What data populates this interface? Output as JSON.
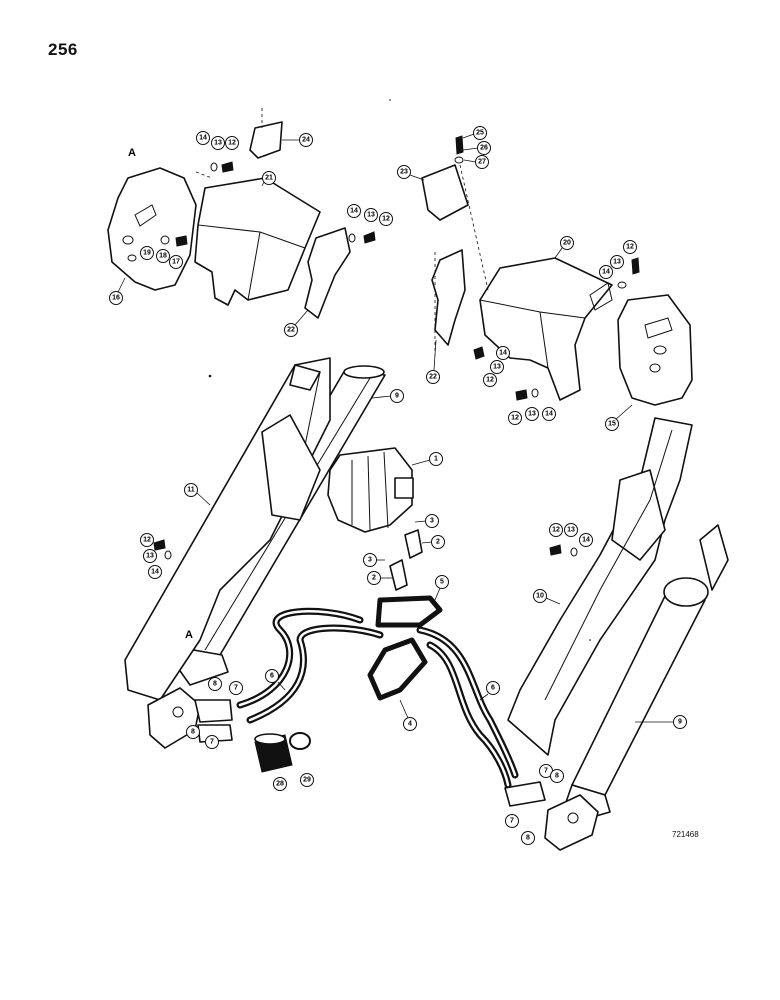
{
  "page": {
    "number": "256",
    "drawing_id": "721468"
  },
  "ref_letters": [
    "A",
    "A"
  ],
  "callouts": [
    "1",
    "2",
    "3",
    "4",
    "5",
    "6",
    "7",
    "8",
    "9",
    "10",
    "11",
    "12",
    "13",
    "14",
    "15",
    "16",
    "17",
    "18",
    "19",
    "20",
    "21",
    "22",
    "23",
    "24",
    "25",
    "26",
    "27",
    "28",
    "29"
  ]
}
